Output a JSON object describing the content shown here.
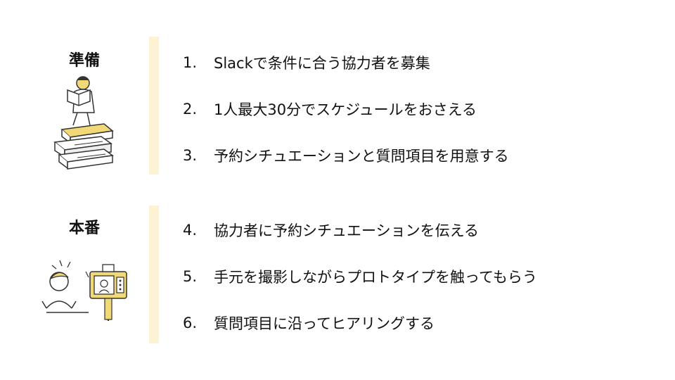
{
  "sections": [
    {
      "title": "準備",
      "illustration": "person-reading-on-books",
      "steps": [
        {
          "num": "1.",
          "text": "Slackで条件に合う協力者を募集"
        },
        {
          "num": "2.",
          "text": "1人最大30分でスケジュールをおさえる"
        },
        {
          "num": "3.",
          "text": "予約シチュエーションと質問項目を用意する"
        }
      ]
    },
    {
      "title": "本番",
      "illustration": "person-filmed-by-camera",
      "steps": [
        {
          "num": "4.",
          "text": "協力者に予約シチュエーションを伝える"
        },
        {
          "num": "5.",
          "text": "手元を撮影しながらプロトタイプを触ってもらう"
        },
        {
          "num": "6.",
          "text": "質問項目に沿ってヒアリングする"
        }
      ]
    }
  ],
  "colors": {
    "accent_bar": "#fcf2d4",
    "illustration_accent": "#f1d978",
    "text": "#111111"
  }
}
